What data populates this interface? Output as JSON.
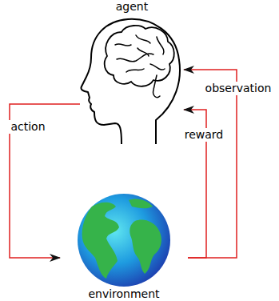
{
  "diagram": {
    "nodes": [
      {
        "text": [
          "agent"
        ]
      },
      {
        "text": [
          "environment"
        ]
      }
    ],
    "edges": [
      {
        "from": 0,
        "to": 1,
        "label": "action",
        "arrow": "to"
      },
      {
        "from": 1,
        "to": 0,
        "label": "reward",
        "arrow": "to"
      },
      {
        "from": 1,
        "to": 0,
        "label": "observation",
        "arrow": "to"
      }
    ]
  }
}
